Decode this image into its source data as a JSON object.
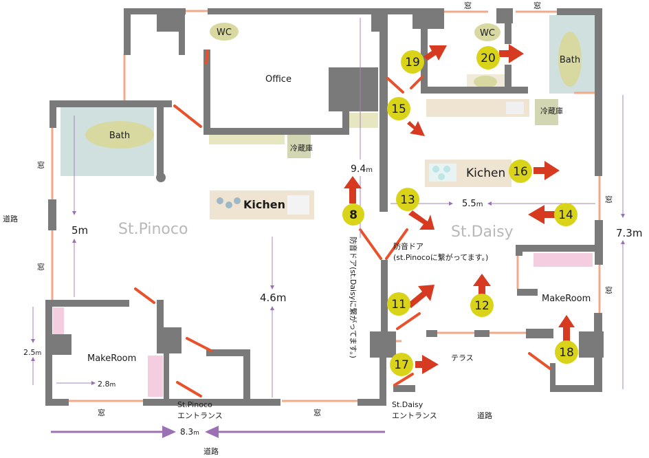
{
  "units": {
    "st_pinoco": "St.Pinoco",
    "st_daisy": "St.Daisy"
  },
  "rooms": {
    "office": "Office",
    "wc_left": "WC",
    "wc_right": "WC",
    "bath_left": "Bath",
    "bath_right": "Bath",
    "kitchen_left": "Kichen",
    "kitchen_right": "Kichen",
    "makeroom_left": "MakeRoom",
    "makeroom_right": "MakeRoom",
    "fridge_left": "冷蔵庫",
    "fridge_right": "冷蔵庫",
    "terrace": "テラス"
  },
  "labels": {
    "window": "窓",
    "road": "道路",
    "pinoco_entrance_1": "St.Pinoco",
    "pinoco_entrance_2": "エントランス",
    "daisy_entrance_1": "St.Daisy",
    "daisy_entrance_2": "エントランス",
    "door_note_1": "防音ドア",
    "door_note_2": "(st.Pinocoに繋がってます。)",
    "door_note_vertical": "防音ドア(st.Daisyに繋がってます。)"
  },
  "dimensions": {
    "d_5m": "5m",
    "d_46m": "4.6m",
    "d_94m_a": "9.4",
    "d_94m_b": "m",
    "d_55m_a": "5.5",
    "d_55m_b": "m",
    "d_73m": "7.3m",
    "d_25m_a": "2.5",
    "d_25m_b": "m",
    "d_28m_a": "2.8",
    "d_28m_b": "m",
    "d_83m_a": "8.3",
    "d_83m_b": "m"
  },
  "viewpoints": [
    "8",
    "11",
    "12",
    "13",
    "14",
    "15",
    "16",
    "17",
    "18",
    "19",
    "20"
  ],
  "colors": {
    "wall": "#7a7a7a",
    "window": "#f2a98a",
    "door": "#e8512a",
    "arrow": "#d63a20",
    "marker": "#d9d41a",
    "bath": "#cfe0de",
    "tub": "#d8d9a0",
    "counter": "#efe3d2",
    "fridge": "#d3d6b2",
    "makeup": "#f4cde0",
    "dim_line": "#a782bd",
    "dim_arrow": "#9b70b5"
  }
}
